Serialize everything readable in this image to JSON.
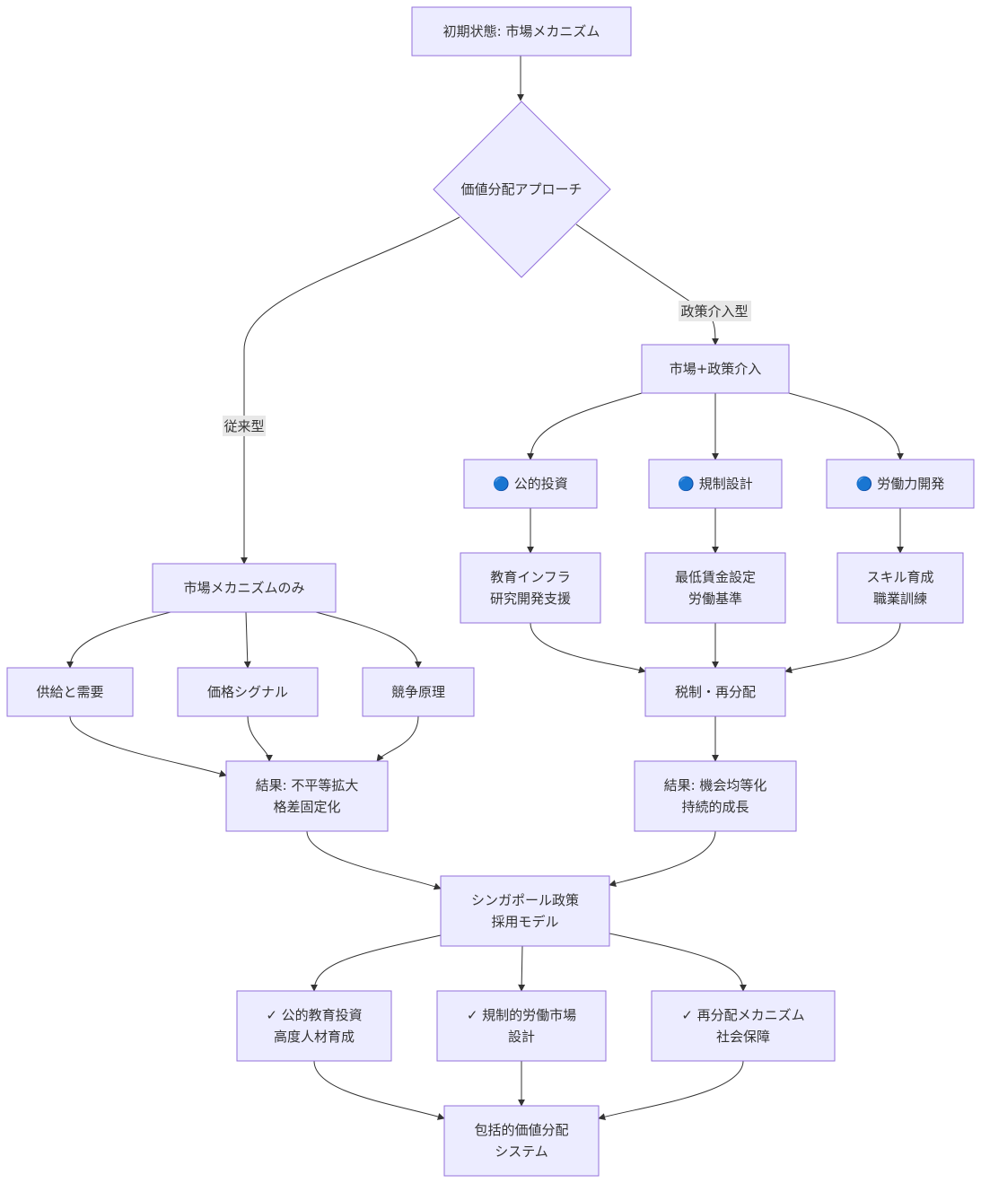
{
  "diagram": {
    "type": "flowchart",
    "colors": {
      "node_fill": "#ececff",
      "node_stroke": "#9370db",
      "edge": "#333333",
      "text": "#333333",
      "edge_label_bg": "#e8e8e8"
    },
    "nodes": {
      "start": {
        "lines": [
          "初期状態: 市場メカニズム"
        ]
      },
      "approach": {
        "lines": [
          "価値分配アプローチ"
        ]
      },
      "market_only": {
        "lines": [
          "市場メカニズムのみ"
        ]
      },
      "market_policy": {
        "lines": [
          "市場+政策介入"
        ]
      },
      "supply_demand": {
        "lines": [
          "供給と需要"
        ]
      },
      "price_signal": {
        "lines": [
          "価格シグナル"
        ]
      },
      "competition": {
        "lines": [
          "競争原理"
        ]
      },
      "public_invest": {
        "lines": [
          "🔵 公的投資"
        ]
      },
      "regulation": {
        "lines": [
          "🔵 規制設計"
        ]
      },
      "labor_dev": {
        "lines": [
          "🔵 労働力開発"
        ]
      },
      "edu_infra": {
        "lines": [
          "教育インフラ",
          "研究開発支援"
        ]
      },
      "min_wage": {
        "lines": [
          "最低賃金設定",
          "労働基準"
        ]
      },
      "skill": {
        "lines": [
          "スキル育成",
          "職業訓練"
        ]
      },
      "tax": {
        "lines": [
          "税制・再分配"
        ]
      },
      "result_bad": {
        "lines": [
          "結果: 不平等拡大",
          "格差固定化"
        ]
      },
      "result_good": {
        "lines": [
          "結果: 機会均等化",
          "持続的成長"
        ]
      },
      "singapore": {
        "lines": [
          "シンガポール政策",
          "採用モデル"
        ]
      },
      "edu_invest": {
        "lines": [
          "✓ 公的教育投資",
          "高度人材育成"
        ]
      },
      "labor_market": {
        "lines": [
          "✓ 規制的労働市場",
          "設計"
        ]
      },
      "redistribution": {
        "lines": [
          "✓ 再分配メカニズム",
          "社会保障"
        ]
      },
      "inclusive": {
        "lines": [
          "包括的価値分配",
          "システム"
        ]
      }
    },
    "edge_labels": {
      "traditional": "従来型",
      "policy": "政策介入型"
    }
  }
}
